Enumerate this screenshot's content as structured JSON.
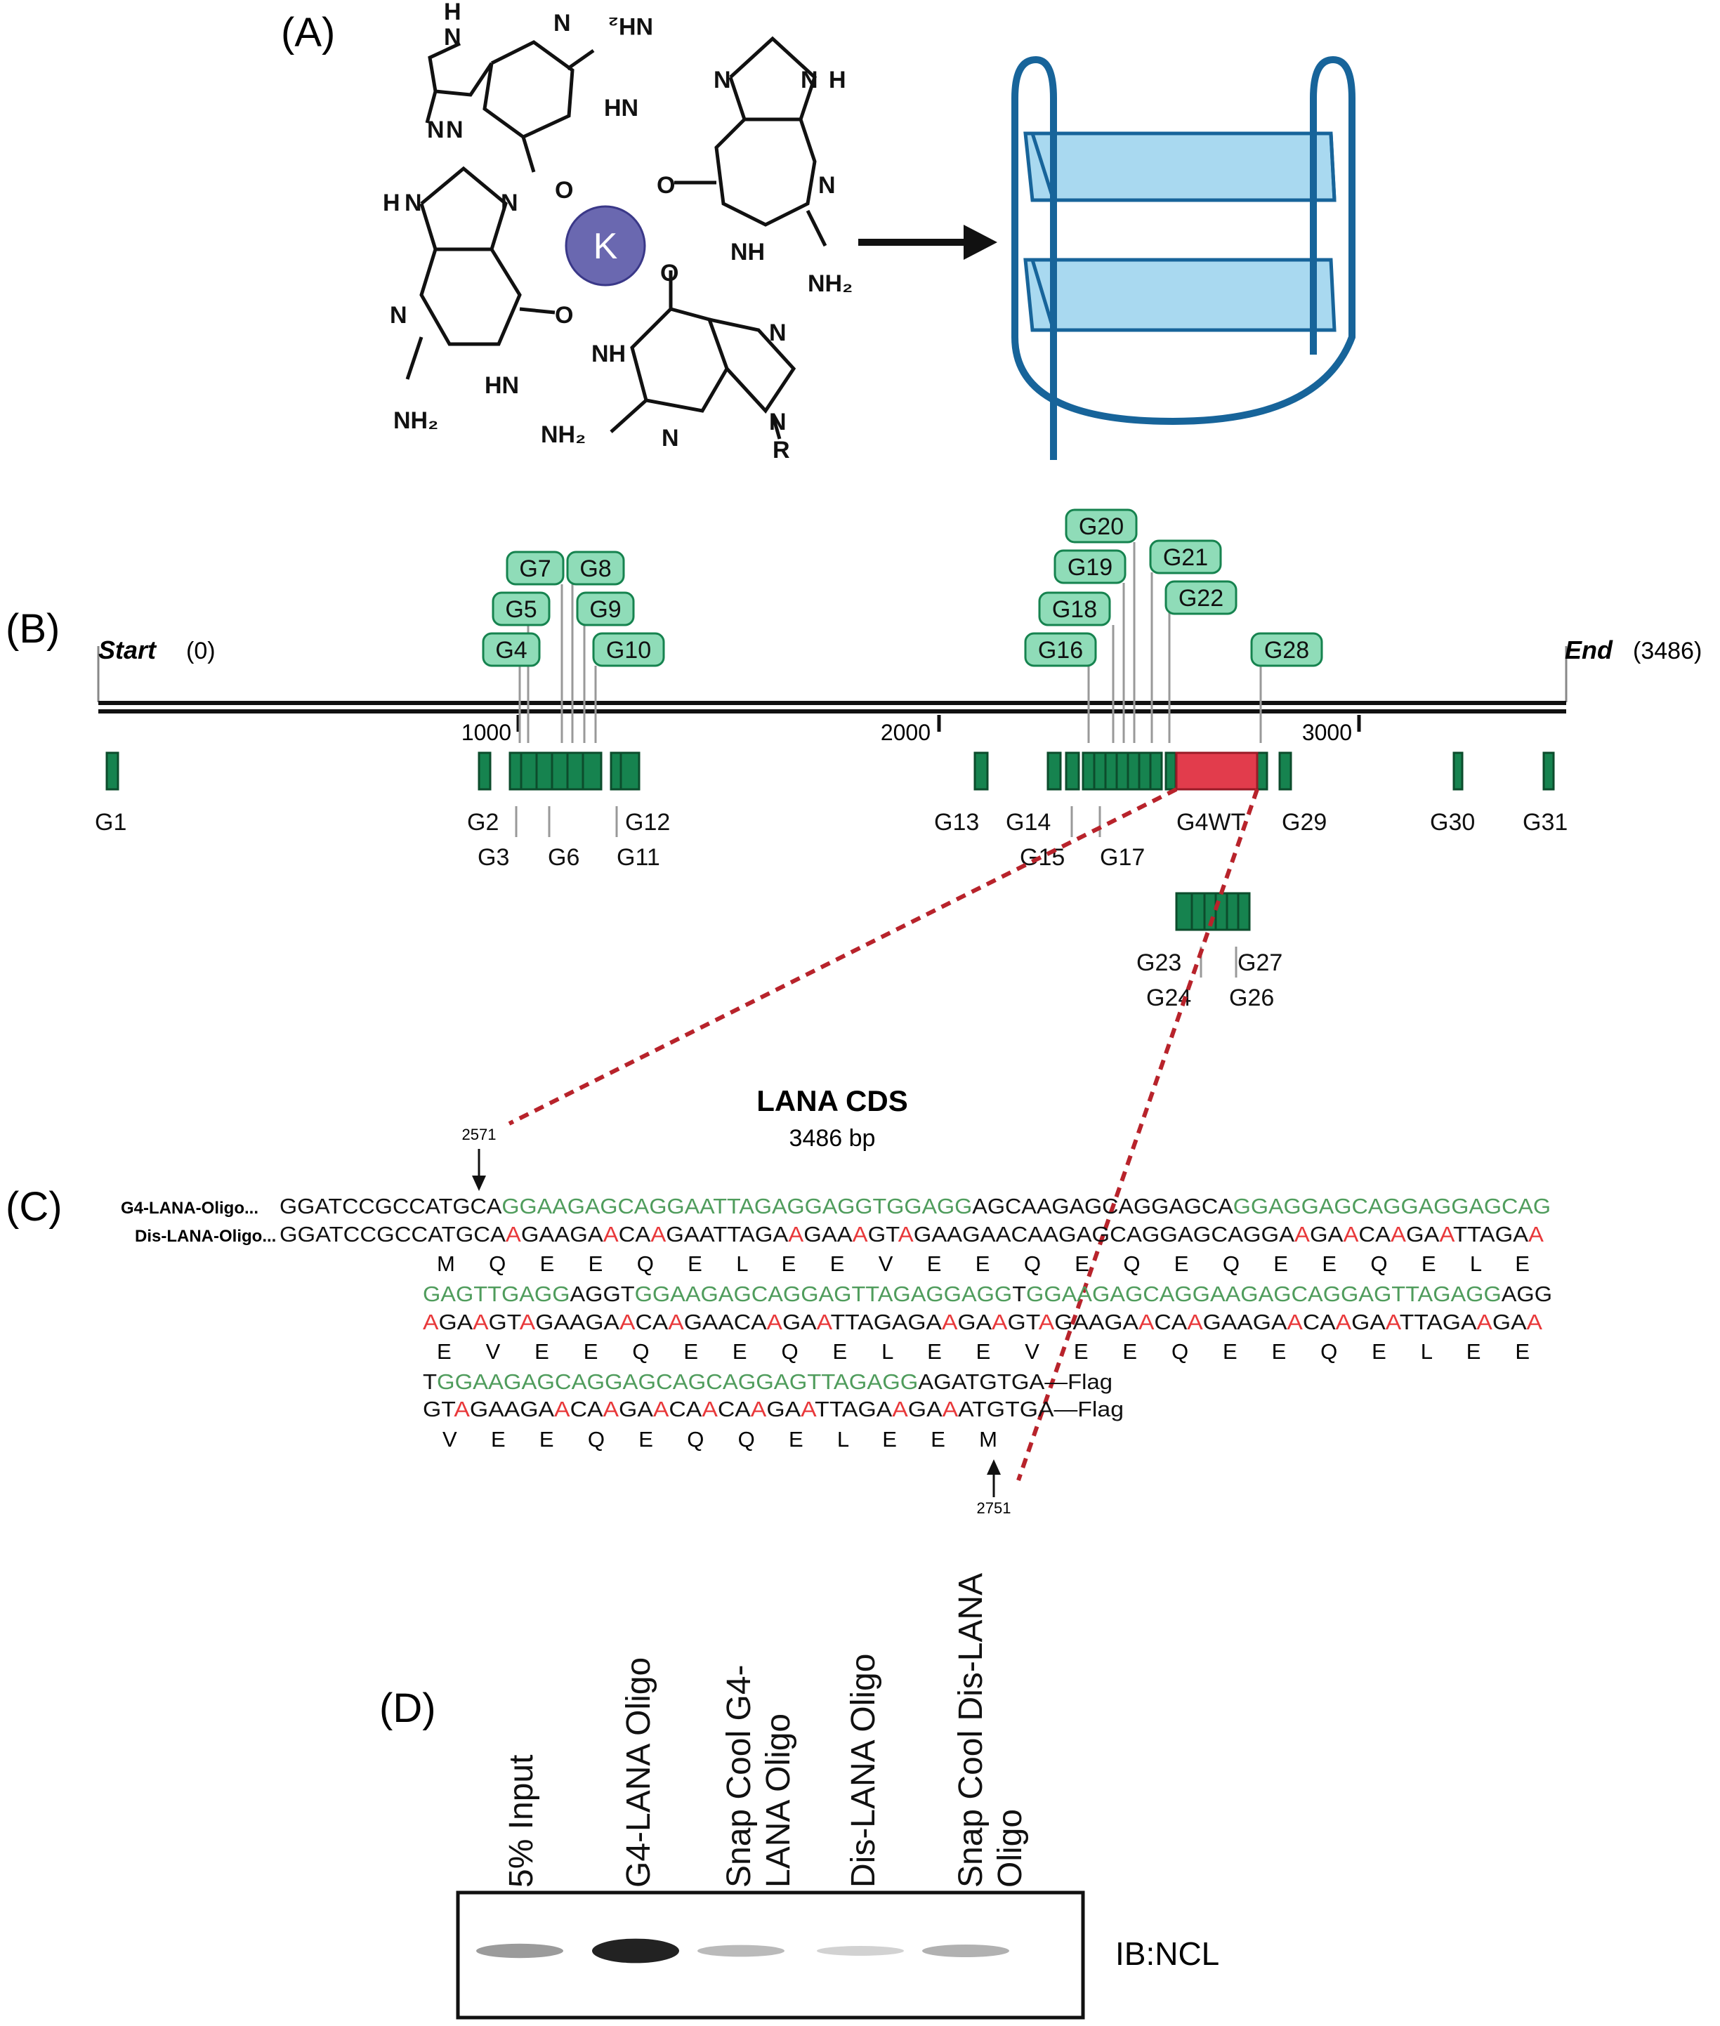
{
  "panels": {
    "a": "(A)",
    "b": "(B)",
    "c": "(C)",
    "d": "(D)"
  },
  "panel_a": {
    "ion": "K",
    "colors": {
      "ion": "#6a68b0",
      "structure": "#17649a",
      "tetrad_fill": "#a9d9f0"
    },
    "molecules": [
      {
        "labels": [
          "H",
          "N",
          "N",
          "N",
          "NH₂",
          "HN",
          "N",
          "O"
        ]
      },
      {
        "labels": [
          "N",
          "N",
          "H",
          "O",
          "N",
          "NH",
          "NH₂"
        ]
      },
      {
        "labels": [
          "H",
          "N",
          "N",
          "N",
          "O",
          "HN",
          "NH₂"
        ]
      },
      {
        "labels": [
          "O",
          "NH",
          "N",
          "N",
          "R",
          "NH₂",
          "N"
        ]
      }
    ]
  },
  "panel_b": {
    "start_label": "Start",
    "start_value": "(0)",
    "end_label": "End",
    "end_value": "(3486)",
    "axis_ticks": [
      "1000",
      "2000",
      "3000"
    ],
    "colors": {
      "g4": "#16834f",
      "g4_dark": "#0c4c2c",
      "callout_fill": "#8fdcb8",
      "callout_stroke": "#16834f",
      "g4wt": "#e23c4c"
    },
    "callouts": [
      "G4",
      "G5",
      "G7",
      "G8",
      "G9",
      "G10",
      "G16",
      "G18",
      "G19",
      "G20",
      "G21",
      "G22",
      "G28"
    ],
    "bottom_labels": [
      "G1",
      "G2",
      "G3",
      "G6",
      "G12",
      "G11",
      "G13",
      "G14",
      "G15",
      "G17",
      "G4WT",
      "G29",
      "G30",
      "G31",
      "G23",
      "G24",
      "G27",
      "G26"
    ]
  },
  "panel_c": {
    "title": "LANA CDS",
    "subtitle": "3486 bp",
    "start_pos": "2571",
    "end_pos": "2751",
    "row_labels": [
      "G4-LANA-Oligo...",
      "Dis-LANA-Oligo..."
    ],
    "colors": {
      "green": "#4f9c5c",
      "red": "#e8383a",
      "dash": "#b8232b"
    },
    "block1": {
      "g4": [
        [
          "GGATCCGCCATGCA",
          "k"
        ],
        [
          "GGAAGAGCAGGAATTAGAGGAGGTGGAGG",
          "g"
        ],
        [
          "AGCAAGAGCAGGAGCA",
          "k"
        ],
        [
          "GGAGGAGCAGGAGGAGCAG",
          "g"
        ]
      ],
      "dis": [
        [
          "GGATCCGCCATGCA",
          "k"
        ],
        [
          "A",
          "r"
        ],
        [
          "GAAGA",
          "k"
        ],
        [
          "A",
          "r"
        ],
        [
          "CA",
          "k"
        ],
        [
          "A",
          "r"
        ],
        [
          "GAATTAGA",
          "k"
        ],
        [
          "A",
          "r"
        ],
        [
          "GAA",
          "k"
        ],
        [
          "A",
          "r"
        ],
        [
          "GT",
          "k"
        ],
        [
          "A",
          "r"
        ],
        [
          "GAAGAACAAGAGCAGGAGCAGGA",
          "k"
        ],
        [
          "A",
          "r"
        ],
        [
          "GA",
          "k"
        ],
        [
          "A",
          "r"
        ],
        [
          "CA",
          "k"
        ],
        [
          "A",
          "r"
        ],
        [
          "GA",
          "k"
        ],
        [
          "A",
          "r"
        ],
        [
          "TTAGA",
          "k"
        ],
        [
          "A",
          "r"
        ]
      ],
      "aa": "M Q E E Q E L E E V E E Q E Q E Q E E Q E L E"
    },
    "block2": {
      "g4": [
        [
          "GAGTTGAGG",
          "g"
        ],
        [
          "AGGT",
          "k"
        ],
        [
          "GGAAGAGCAGGAGTTAGAGGAGG",
          "g"
        ],
        [
          "T",
          "k"
        ],
        [
          "GGAAGAGCAGGAAGAGCAGGAGTTAGAGG",
          "g"
        ],
        [
          "AGG",
          "k"
        ]
      ],
      "dis": [
        [
          "A",
          "r"
        ],
        [
          "GA",
          "k"
        ],
        [
          "A",
          "r"
        ],
        [
          "GT",
          "k"
        ],
        [
          "A",
          "r"
        ],
        [
          "GAAGA",
          "k"
        ],
        [
          "A",
          "r"
        ],
        [
          "CA",
          "k"
        ],
        [
          "A",
          "r"
        ],
        [
          "GAACA",
          "k"
        ],
        [
          "A",
          "r"
        ],
        [
          "GA",
          "k"
        ],
        [
          "A",
          "r"
        ],
        [
          "TTAGAGA",
          "k"
        ],
        [
          "A",
          "r"
        ],
        [
          "GA",
          "k"
        ],
        [
          "A",
          "r"
        ],
        [
          "GT",
          "k"
        ],
        [
          "A",
          "r"
        ],
        [
          "GAAGA",
          "k"
        ],
        [
          "A",
          "r"
        ],
        [
          "CA",
          "k"
        ],
        [
          "A",
          "r"
        ],
        [
          "GAAGA",
          "k"
        ],
        [
          "A",
          "r"
        ],
        [
          "CA",
          "k"
        ],
        [
          "A",
          "r"
        ],
        [
          "GA",
          "k"
        ],
        [
          "A",
          "r"
        ],
        [
          "TTAGA",
          "k"
        ],
        [
          "A",
          "r"
        ],
        [
          "GA",
          "k"
        ],
        [
          "A",
          "r"
        ]
      ],
      "aa": "E V E E Q E E Q E L E E V E E Q E E Q E L E E"
    },
    "block3": {
      "g4": [
        [
          "T",
          "k"
        ],
        [
          "GGAAGAGCAGGAGCAGCAGGAGTTAGAGG",
          "g"
        ],
        [
          "AGATGTGA",
          "k"
        ],
        [
          "—Flag",
          "k"
        ]
      ],
      "dis": [
        [
          "GT",
          "k"
        ],
        [
          "A",
          "r"
        ],
        [
          "GAAGA",
          "k"
        ],
        [
          "A",
          "r"
        ],
        [
          "CA",
          "k"
        ],
        [
          "A",
          "r"
        ],
        [
          "GA",
          "k"
        ],
        [
          "A",
          "r"
        ],
        [
          "CA",
          "k"
        ],
        [
          "A",
          "r"
        ],
        [
          "CA",
          "k"
        ],
        [
          "A",
          "r"
        ],
        [
          "GA",
          "k"
        ],
        [
          "A",
          "r"
        ],
        [
          "TTAGA",
          "k"
        ],
        [
          "A",
          "r"
        ],
        [
          "GA",
          "k"
        ],
        [
          "A",
          "r"
        ],
        [
          "ATGTGA",
          "k"
        ],
        [
          "—Flag",
          "k"
        ]
      ],
      "aa": "V E E Q E Q Q E L E E M"
    }
  },
  "panel_d": {
    "lanes": [
      [
        "5% Input"
      ],
      [
        "G4-LANA Oligo"
      ],
      [
        "Snap Cool G4-",
        "LANA Oligo"
      ],
      [
        "Dis-LANA Oligo"
      ],
      [
        "Snap Cool Dis-LANA",
        "Oligo"
      ]
    ],
    "antibody": "IB:NCL",
    "band_intensity": [
      0.35,
      0.95,
      0.2,
      0.08,
      0.25
    ]
  }
}
